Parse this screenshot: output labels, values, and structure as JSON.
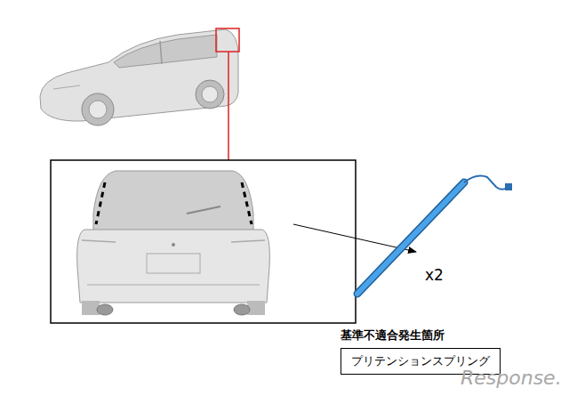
{
  "diagram": {
    "nodes": [
      {
        "text": [
          "基準不適合発生箇所",
          "プリテンションスプリング"
        ]
      }
    ],
    "labels": [
      "x2",
      "Response."
    ]
  }
}
